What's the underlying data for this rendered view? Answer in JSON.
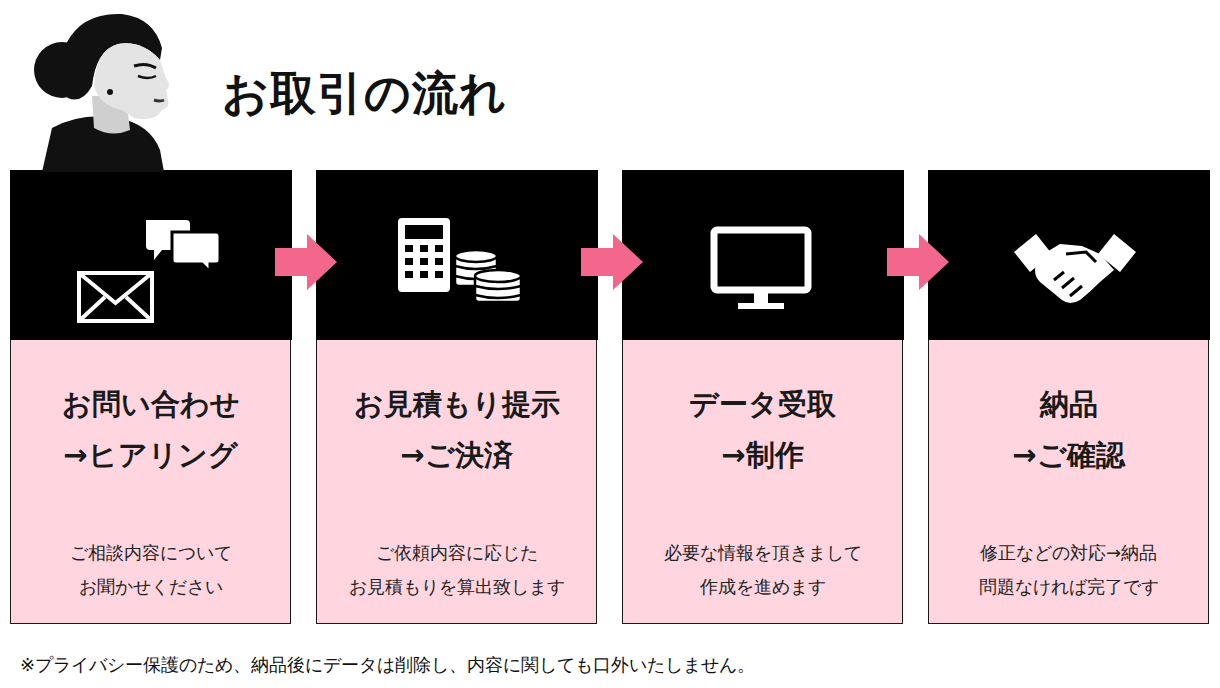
{
  "diagram": {
    "title": "お取引の流れ",
    "nodes": [
      {
        "text": [
          "お問い合わせ →ヒアリング",
          "ご相談内容について お聞かせください"
        ]
      },
      {
        "text": [
          "お見積もり提示 →ご決済",
          "ご依頼内容に応じた お見積もりを算出致します"
        ]
      },
      {
        "text": [
          "データ受取 →制作",
          "必要な情報を頂きまして 作成を進めます"
        ]
      },
      {
        "text": [
          "納品 →ご確認",
          "修正などの対応→納品 問題なければ完了です"
        ]
      }
    ],
    "edges": [
      {
        "from": 0,
        "to": 1,
        "arrow": "to"
      },
      {
        "from": 1,
        "to": 2,
        "arrow": "to"
      },
      {
        "from": 2,
        "to": 3,
        "arrow": "to"
      }
    ],
    "labels": [
      "※プライバシー保護のため、納品後にデータは削除し、内容に関しても口外いたしません。"
    ]
  }
}
